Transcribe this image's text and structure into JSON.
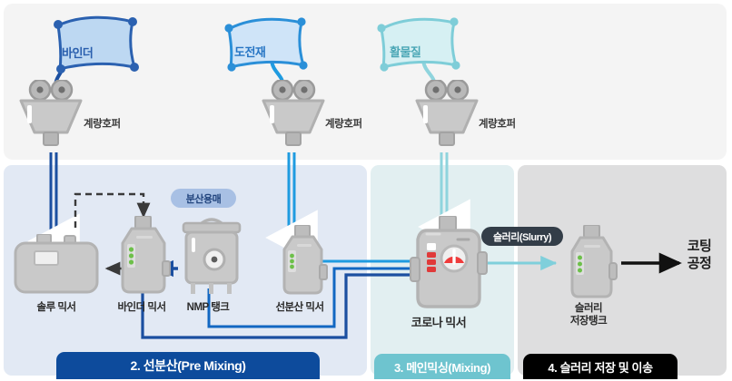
{
  "diagram": {
    "title": "Battery electrode slurry mixing process flow",
    "colors": {
      "binder_blue": "#1b4fa0",
      "conductive_blue": "#1f9be0",
      "active_cyan": "#8fd4dd",
      "stage_pre": "#0d4b9c",
      "stage_main": "#6ec4cf",
      "stage_store": "#000000",
      "equipment_gray": "#c8c8c8",
      "panel_weighing": "#f4f4f4",
      "panel_pre": "#e2e9f4",
      "panel_main": "#e2eff1",
      "panel_store": "#dededf"
    }
  },
  "materials": [
    {
      "id": "binder",
      "label": "바인더",
      "icon": "bag-icon",
      "hopper_label": "계량호퍼"
    },
    {
      "id": "conductive",
      "label": "도전재",
      "icon": "bag-icon",
      "hopper_label": "계량호퍼"
    },
    {
      "id": "active",
      "label": "활물질",
      "icon": "bag-icon",
      "hopper_label": "계량호퍼"
    }
  ],
  "equipment": [
    {
      "id": "solu-mixer",
      "label": "솔루 믹서",
      "icon": "horizontal-mixer-icon"
    },
    {
      "id": "binder-mixer",
      "label": "바인더 믹서",
      "icon": "vertical-tank-icon"
    },
    {
      "id": "nmp-tank",
      "label": "NMP 탱크",
      "icon": "solvent-tank-icon"
    },
    {
      "id": "pre-mixer",
      "label": "선분산 믹서",
      "icon": "vertical-tank-icon"
    },
    {
      "id": "corona-mixer",
      "label": "코로나 믹서",
      "icon": "corona-mixer-icon"
    },
    {
      "id": "storage-tank",
      "label": "슬러리\n저장탱크",
      "label_line1": "슬러리",
      "label_line2": "저장탱크",
      "icon": "vertical-tank-icon"
    }
  ],
  "tags": [
    {
      "id": "solvent",
      "label": "분산용매"
    },
    {
      "id": "slurry",
      "label": "슬러리(Slurry)"
    }
  ],
  "stages": [
    {
      "id": "pre",
      "label": "2. 선분산(Pre Mixing)"
    },
    {
      "id": "main",
      "label": "3. 메인믹싱(Mixing)"
    },
    {
      "id": "store",
      "label": "4. 슬러리 저장 및 이송"
    }
  ],
  "exit": {
    "label_line1": "코팅",
    "label_line2": "공정"
  }
}
